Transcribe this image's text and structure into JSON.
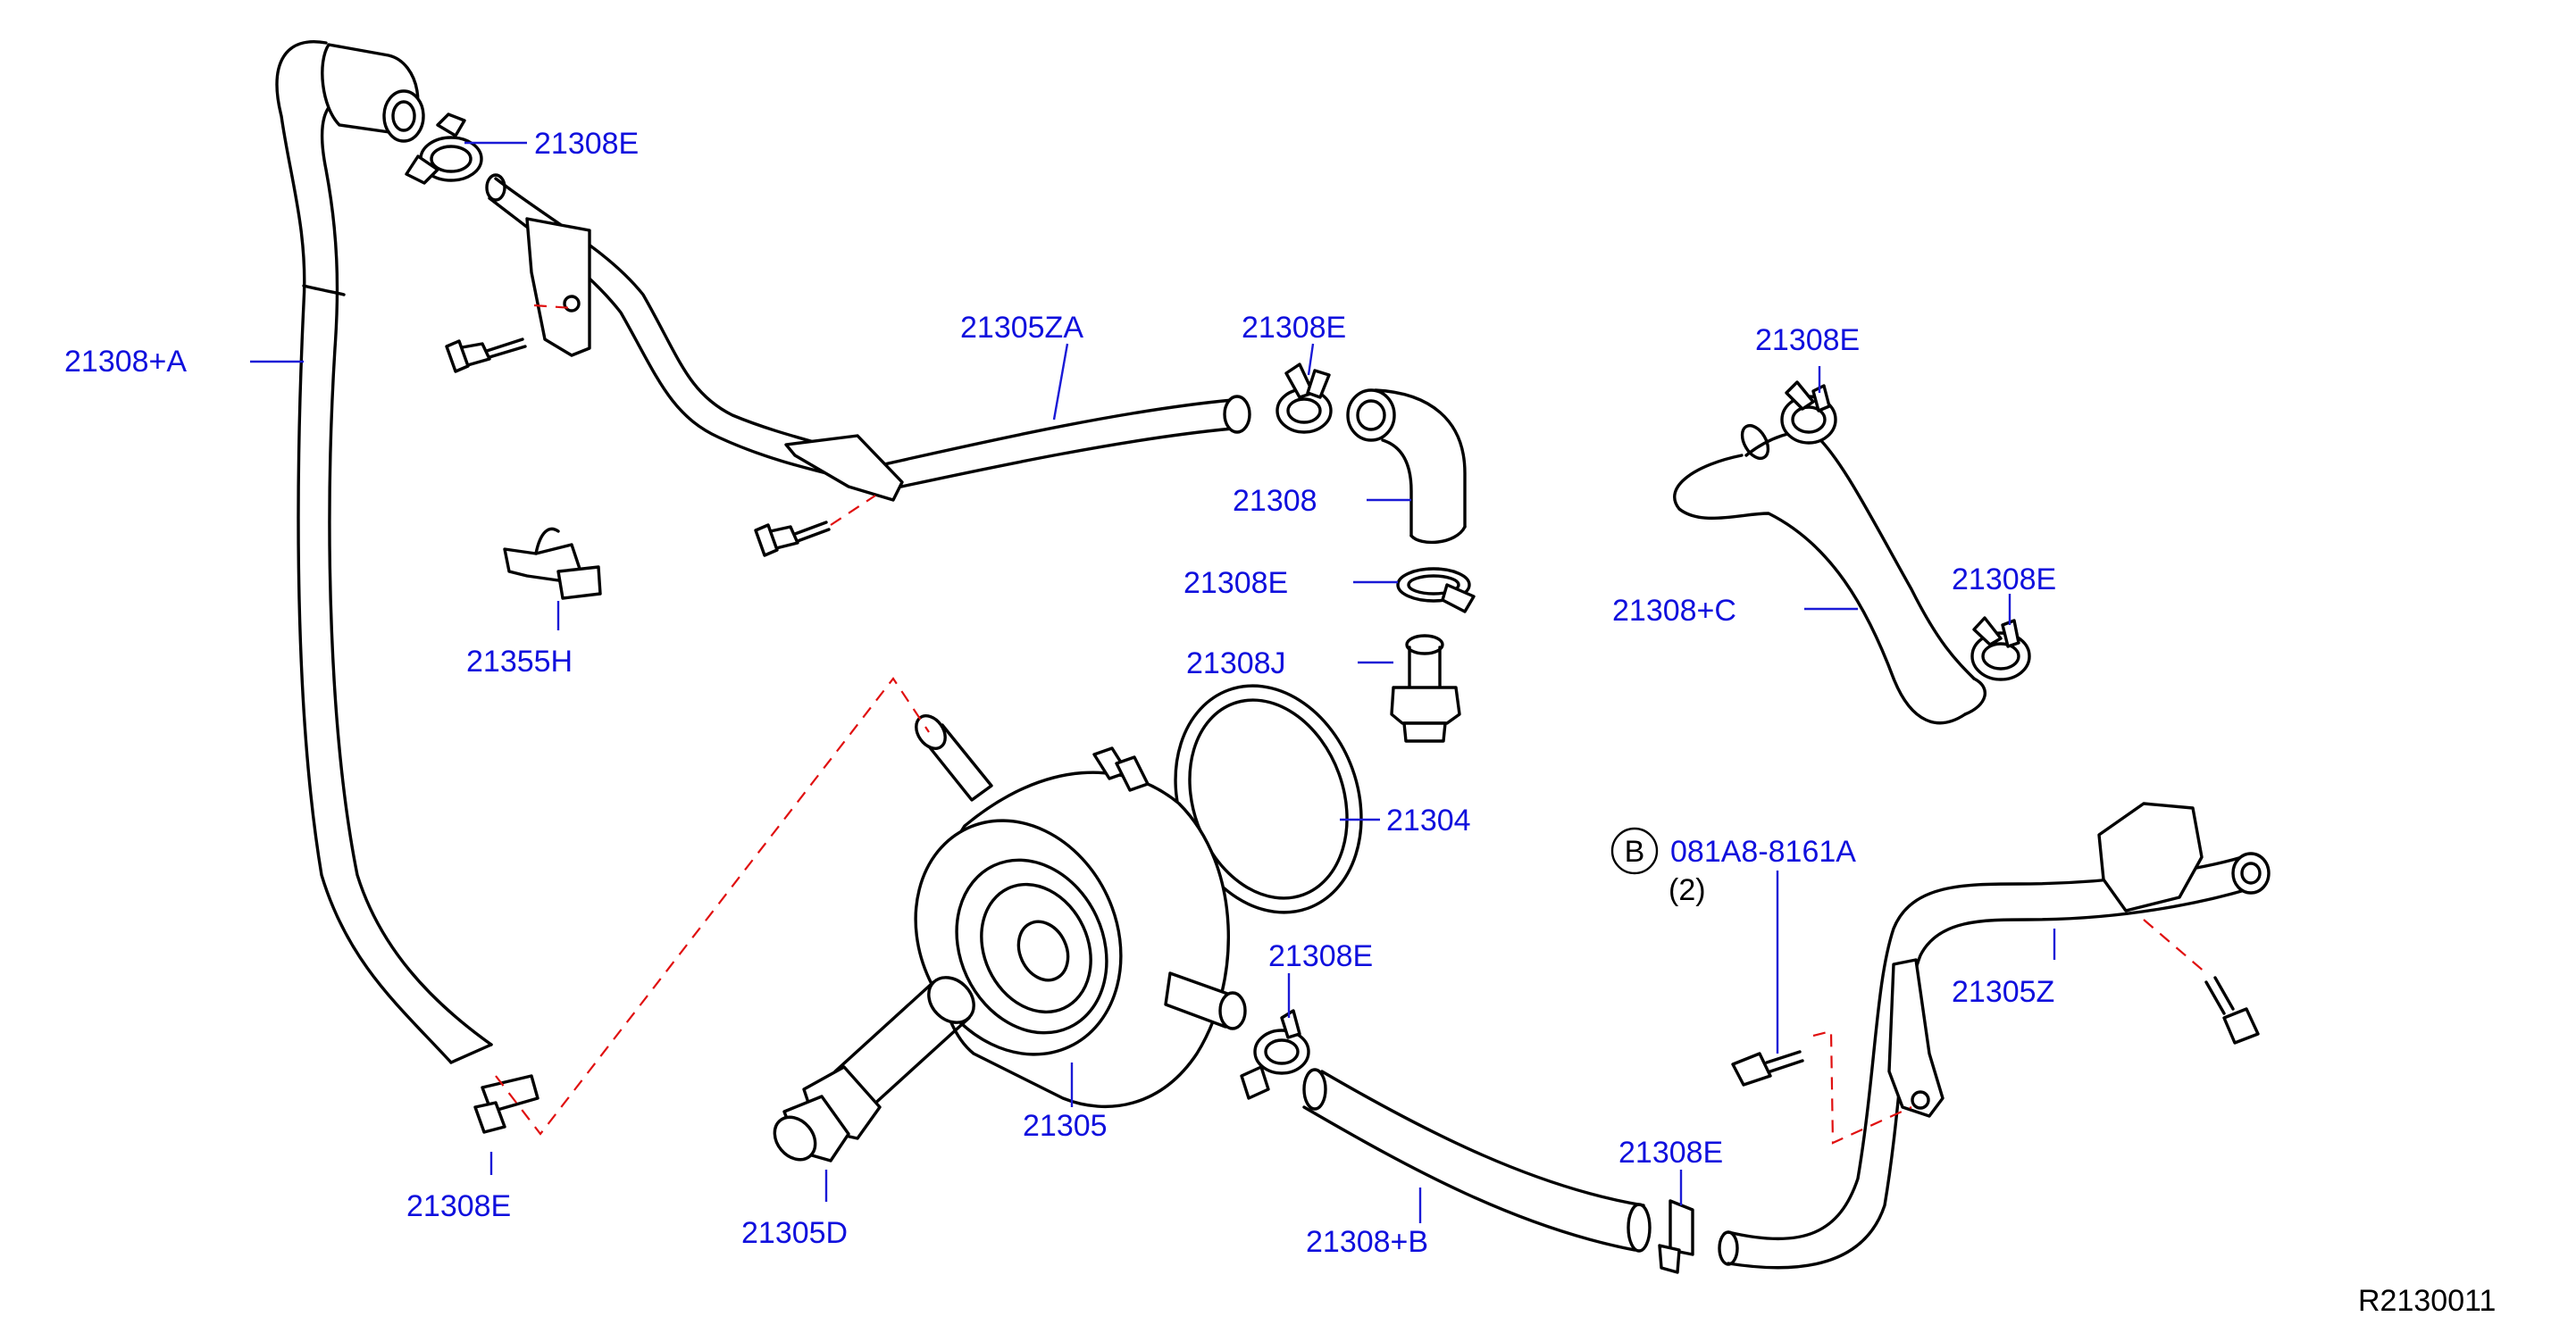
{
  "diagram_id": "R2130011",
  "callouts": {
    "hose_a": "21308+A",
    "clamp_top": "21308E",
    "tube_za": "21305ZA",
    "clamp_mid_top": "21308E",
    "hose_21308": "21308",
    "clamp_mid": "21308E",
    "connector_j": "21308J",
    "gasket": "21304",
    "cooler": "21305",
    "clip": "21355H",
    "clamp_bottom_left": "21308E",
    "connector_d": "21305D",
    "clamp_cooler_out": "21308E",
    "hose_b": "21308+B",
    "clamp_bottom_mid": "21308E",
    "hose_c": "21308+C",
    "clamp_c_top": "21308E",
    "clamp_c_bottom": "21308E",
    "tube_z": "21305Z",
    "bolt_ref": "081A8-8161A",
    "bolt_badge": "B",
    "bolt_qty": "(2)"
  }
}
